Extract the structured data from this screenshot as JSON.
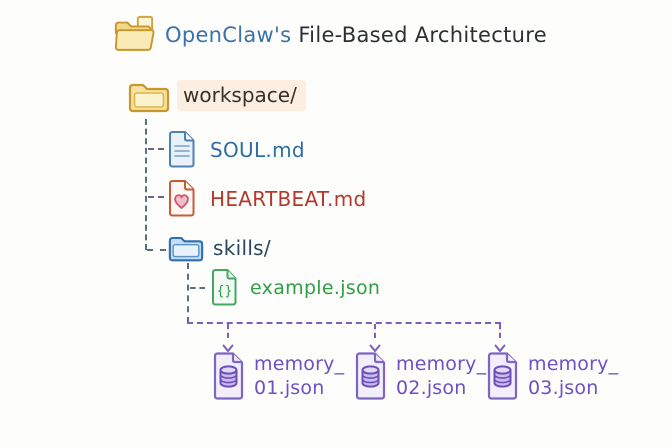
{
  "title": {
    "icon": "open-folder-icon",
    "highlight_text": "OpenClaw's",
    "rest_text": " File-Based Architecture"
  },
  "tree": {
    "root": {
      "icon": "folder-icon",
      "label": "workspace/"
    },
    "children": [
      {
        "icon": "markdown-file-icon",
        "label": "SOUL.md"
      },
      {
        "icon": "heartbeat-file-icon",
        "label": "HEARTBEAT.md"
      },
      {
        "icon": "folder-icon",
        "label": "skills/"
      }
    ],
    "skills_children": [
      {
        "icon": "json-file-icon",
        "label": "example.json"
      }
    ]
  },
  "memory_files": [
    {
      "icon": "database-file-icon",
      "line1": "memory_",
      "line2": "01.json"
    },
    {
      "icon": "database-file-icon",
      "line1": "memory_",
      "line2": "02.json"
    },
    {
      "icon": "database-file-icon",
      "line1": "memory_",
      "line2": "03.json"
    }
  ],
  "colors": {
    "title_accent": "#3a72ab",
    "title_text": "#2c3036",
    "workspace_text": "#35322b",
    "workspace_highlight": "#fdeee2",
    "soul_text": "#2e6da4",
    "heartbeat_text": "#b13a2c",
    "skills_text": "#27455e",
    "example_text": "#2f9e44",
    "memory_text": "#6d50c4",
    "tree_line": "#5b6d7e",
    "flow_line": "#7b5fc0",
    "folder_yellow": "#cb9729",
    "folder_blue": "#2f6fad"
  }
}
